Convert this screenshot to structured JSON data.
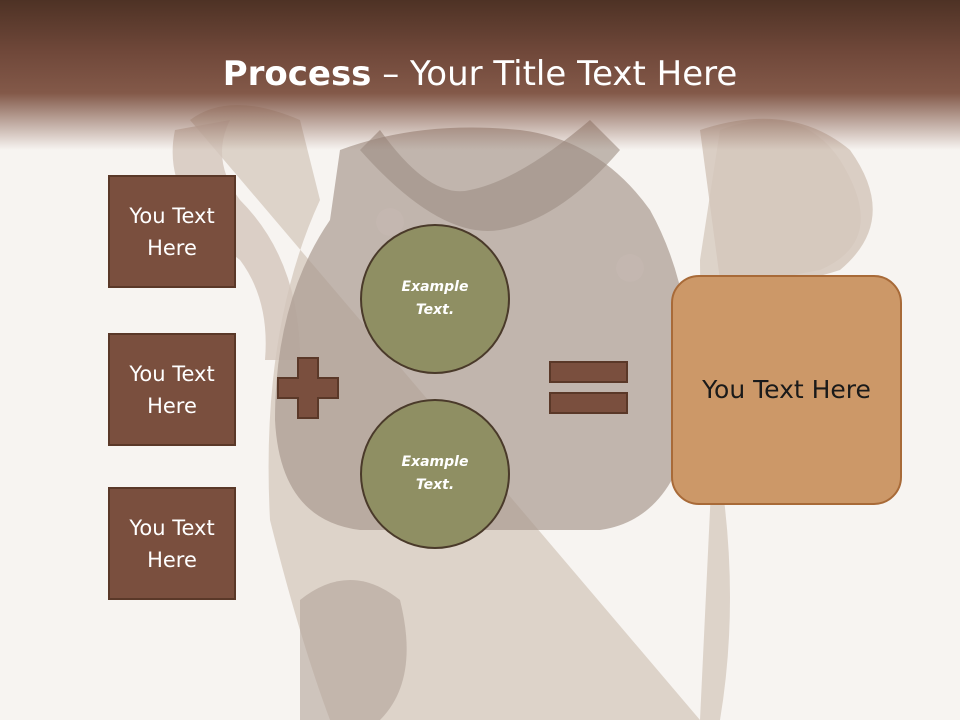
{
  "slide": {
    "title_bold": "Process",
    "title_rest": " – Your Title Text Here"
  },
  "left_boxes": [
    {
      "label": "You Text Here"
    },
    {
      "label": "You Text Here"
    },
    {
      "label": "You Text Here"
    }
  ],
  "circles": [
    {
      "label": "Example Text."
    },
    {
      "label": "Example Text."
    }
  ],
  "result": {
    "label": "You Text Here"
  },
  "icons": {
    "plus": "plus-icon",
    "equals": "equals-icon"
  },
  "colors": {
    "header": "#835949",
    "left_box": "#7a4f3e",
    "circle": "#8f8f63",
    "result_box": "#cc9868",
    "operator": "#7a4f3e"
  }
}
